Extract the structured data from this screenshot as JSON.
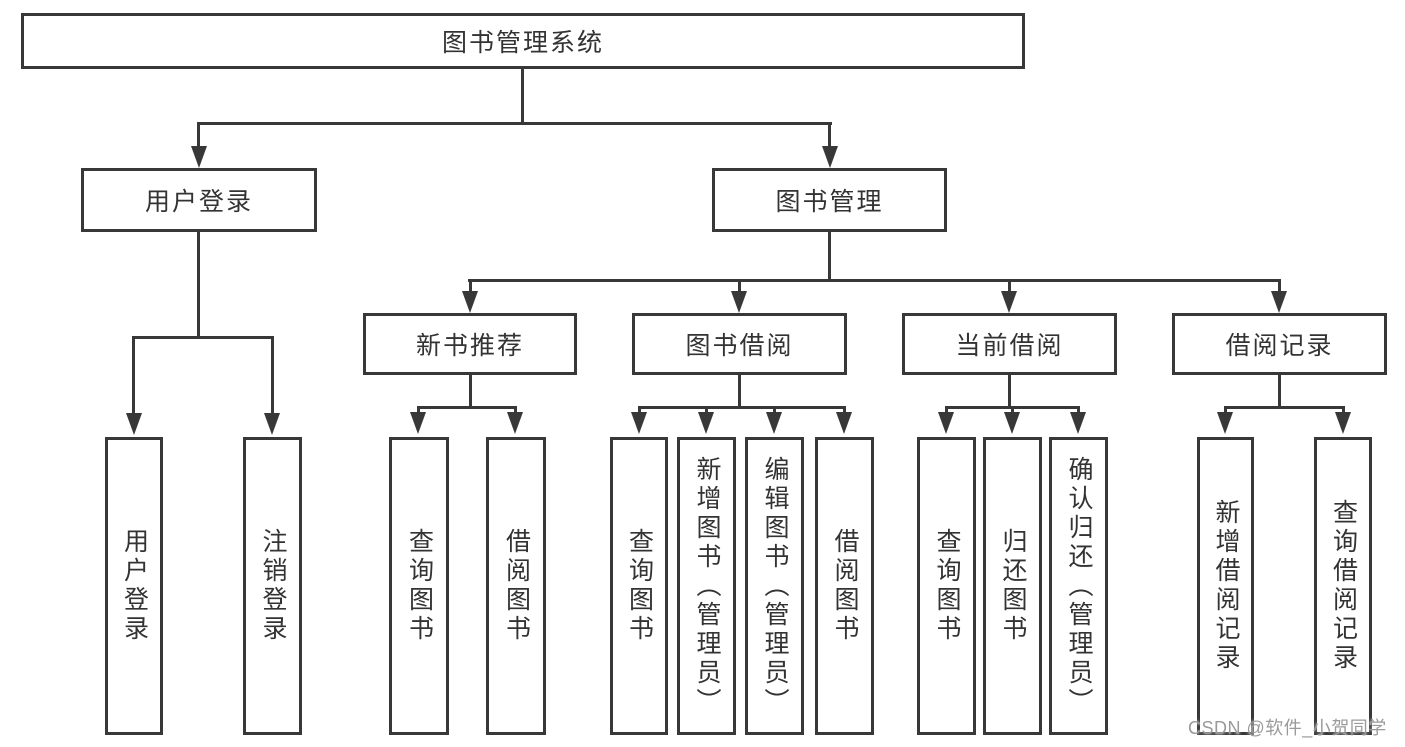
{
  "diagram": {
    "root": {
      "label": "图书管理系统"
    },
    "level2": [
      {
        "label": "用户登录"
      },
      {
        "label": "图书管理"
      }
    ],
    "level3": [
      {
        "label": "新书推荐"
      },
      {
        "label": "图书借阅"
      },
      {
        "label": "当前借阅"
      },
      {
        "label": "借阅记录"
      }
    ],
    "level4": {
      "user_login": [
        {
          "label": "用户登录"
        },
        {
          "label": "注销登录"
        }
      ],
      "new_book_recommend": [
        {
          "label": "查询图书"
        },
        {
          "label": "借阅图书"
        }
      ],
      "book_borrowing": [
        {
          "label": "查询图书"
        },
        {
          "label": "新增图书（管理员）"
        },
        {
          "label": "编辑图书（管理员）"
        },
        {
          "label": "借阅图书"
        }
      ],
      "current_borrowing": [
        {
          "label": "查询图书"
        },
        {
          "label": "归还图书"
        },
        {
          "label": "确认归还（管理员）"
        }
      ],
      "borrowing_records": [
        {
          "label": "新增借阅记录"
        },
        {
          "label": "查询借阅记录"
        }
      ]
    }
  },
  "watermark": {
    "text": "CSDN @软件_小贺同学"
  },
  "colors": {
    "line": "#383838",
    "text": "#333333",
    "background": "#ffffff",
    "watermark": "#9a9a9a"
  }
}
